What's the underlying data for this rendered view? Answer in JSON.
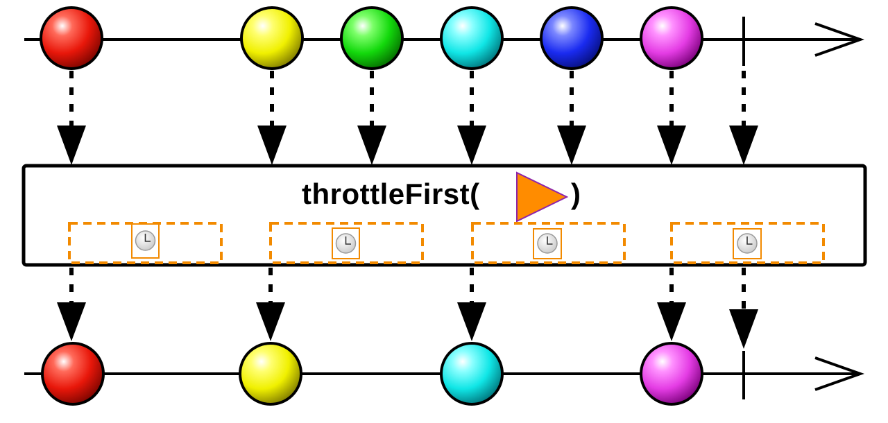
{
  "operator": {
    "name": "throttleFirst(",
    "close": ")",
    "param_icon": "orange-triangle-icon",
    "param_color": "#ff8c00"
  },
  "window_icon": "clock-icon",
  "window_color": "#f28a00",
  "input_timeline": {
    "items": [
      {
        "color": "red"
      },
      {
        "color": "yellow"
      },
      {
        "color": "green"
      },
      {
        "color": "cyan"
      },
      {
        "color": "blue"
      },
      {
        "color": "magenta"
      }
    ],
    "completed": true
  },
  "throttle_windows": 4,
  "output_timeline": {
    "items": [
      {
        "color": "red"
      },
      {
        "color": "yellow"
      },
      {
        "color": "cyan"
      },
      {
        "color": "magenta"
      }
    ],
    "completed": true
  }
}
